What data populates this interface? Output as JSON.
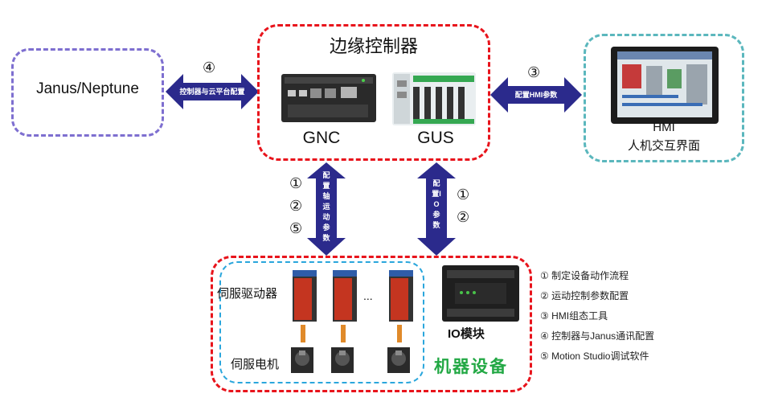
{
  "nodes": {
    "janus": "Janus/Neptune",
    "controller_title": "边缘控制器",
    "gnc": "GNC",
    "gus": "GUS",
    "hmi_line1": "HMI",
    "hmi_line2": "人机交互界面",
    "servo_drive": "伺服驱动器",
    "servo_motor": "伺服电机",
    "io_module": "IO模块",
    "machine": "机器设备",
    "ellipsis": "..."
  },
  "arrows": {
    "left": {
      "number": "④",
      "label": "控制器与云平台配置"
    },
    "right": {
      "number": "③",
      "label": "配置HMI参数"
    },
    "down_left": {
      "numbers": [
        "①",
        "②",
        "⑤"
      ],
      "label": "配置轴运动参数"
    },
    "down_right": {
      "numbers": [
        "①",
        "②"
      ],
      "label": "配置IO参数"
    }
  },
  "legend": [
    "① 制定设备动作流程",
    "② 运动控制参数配置",
    "③ HMI组态工具",
    "④ 控制器与Janus通讯配置",
    "⑤ Motion Studio调试软件"
  ],
  "colors": {
    "arrow": "#2b2a8c",
    "controller_border": "#e8141c",
    "janus_border": "#7e6fd0",
    "hmi_border": "#5bb7bd",
    "servo_border": "#2aa6dc",
    "machine_text": "#22a844"
  }
}
